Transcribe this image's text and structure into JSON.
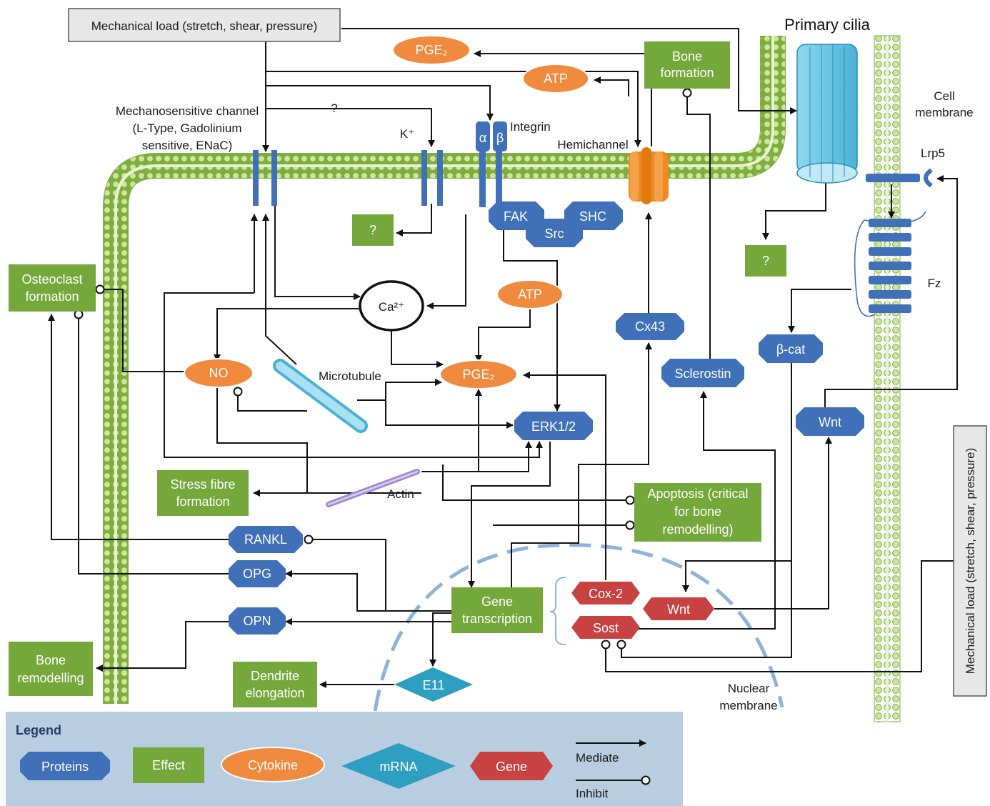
{
  "colors": {
    "protein": "#3f70b8",
    "effect": "#74a83a",
    "cytokine": "#f08a3e",
    "mrna": "#2e9fc0",
    "gene": "#c84242",
    "membrane": "#bcdc8a",
    "legend_bg": "#b9cde0"
  },
  "top_stimulus": "Mechanical load (stretch, shear, pressure)",
  "side_stimulus": "Mechanical load (stretch, shear, pressure)",
  "labels": {
    "primary_cilia": "Primary cilia",
    "cell_membrane_1": "Cell",
    "cell_membrane_2": "membrane",
    "mech_channel_1": "Mechanosensitive channel",
    "mech_channel_2": "(L-Type, Gadolinium",
    "mech_channel_3": "sensitive, ENaC)",
    "k_plus": "K⁺",
    "integrin": "Integrin",
    "alpha": "α",
    "beta": "β",
    "hemichannel": "Hemichannel",
    "lrp5": "Lrp5",
    "fz": "Fz",
    "microtubule": "Microtubule",
    "actin": "Actin",
    "nuclear_membrane_1": "Nuclear",
    "nuclear_membrane_2": "membrane",
    "question": "?",
    "ca": "Ca²⁺"
  },
  "proteins": {
    "fak": "FAK",
    "src": "Src",
    "shc": "SHC",
    "cx43": "Cx43",
    "sclerostin": "Sclerostin",
    "bcat": "β-cat",
    "wnt": "Wnt",
    "erk": "ERK1/2",
    "rankl": "RANKL",
    "opg": "OPG",
    "opn": "OPN"
  },
  "cytokines": {
    "pge2_top": "PGE₂",
    "atp_top": "ATP",
    "atp_mid": "ATP",
    "pge2_mid": "PGE₂",
    "no": "NO"
  },
  "effects": {
    "bone_formation_1": "Bone",
    "bone_formation_2": "formation",
    "osteoclast_1": "Osteoclast",
    "osteoclast_2": "formation",
    "stress_1": "Stress fibre",
    "stress_2": "formation",
    "apoptosis_1": "Apoptosis (critical",
    "apoptosis_2": "for bone",
    "apoptosis_3": "remodelling)",
    "gene_tr_1": "Gene",
    "gene_tr_2": "transcription",
    "bone_rem_1": "Bone",
    "bone_rem_2": "remodelling",
    "dendrite_1": "Dendrite",
    "dendrite_2": "elongation"
  },
  "genes": {
    "cox2": "Cox-2",
    "wnt": "Wnt",
    "sost": "Sost"
  },
  "mrna": {
    "e11": "E11"
  },
  "legend": {
    "title": "Legend",
    "proteins": "Proteins",
    "effect": "Effect",
    "cytokine": "Cytokine",
    "mrna": "mRNA",
    "gene": "Gene",
    "mediate": "Mediate",
    "inhibit": "Inhibit"
  }
}
